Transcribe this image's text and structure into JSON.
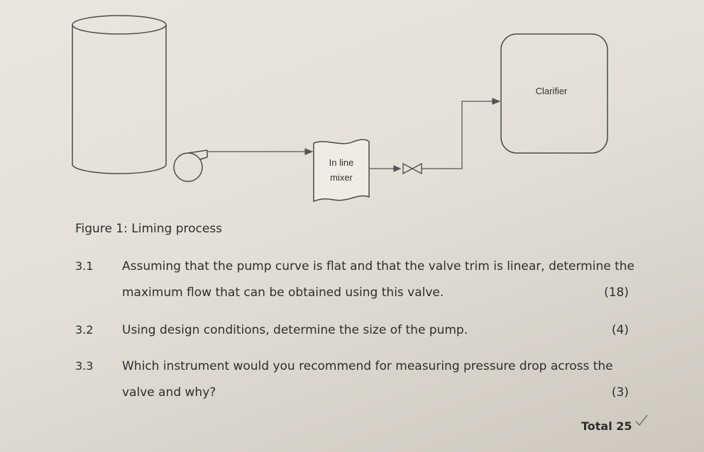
{
  "diagram": {
    "clarifier_label": "Clarifier",
    "mixer_label_line1": "In line",
    "mixer_label_line2": "mixer"
  },
  "figure_caption": "Figure 1: Liming process",
  "questions": [
    {
      "number": "3.1",
      "text_line1": "Assuming that the pump curve is flat and that the valve trim is linear, determine the",
      "text_line2": "maximum flow that can be obtained using this valve.",
      "marks": "(18)"
    },
    {
      "number": "3.2",
      "text_line1": "Using design conditions, determine the size of the pump.",
      "marks": "(4)"
    },
    {
      "number": "3.3",
      "text_line1": "Which instrument would you recommend for measuring pressure drop across the",
      "text_line2": "valve and why?",
      "marks": "(3)"
    }
  ],
  "total": "Total 25"
}
